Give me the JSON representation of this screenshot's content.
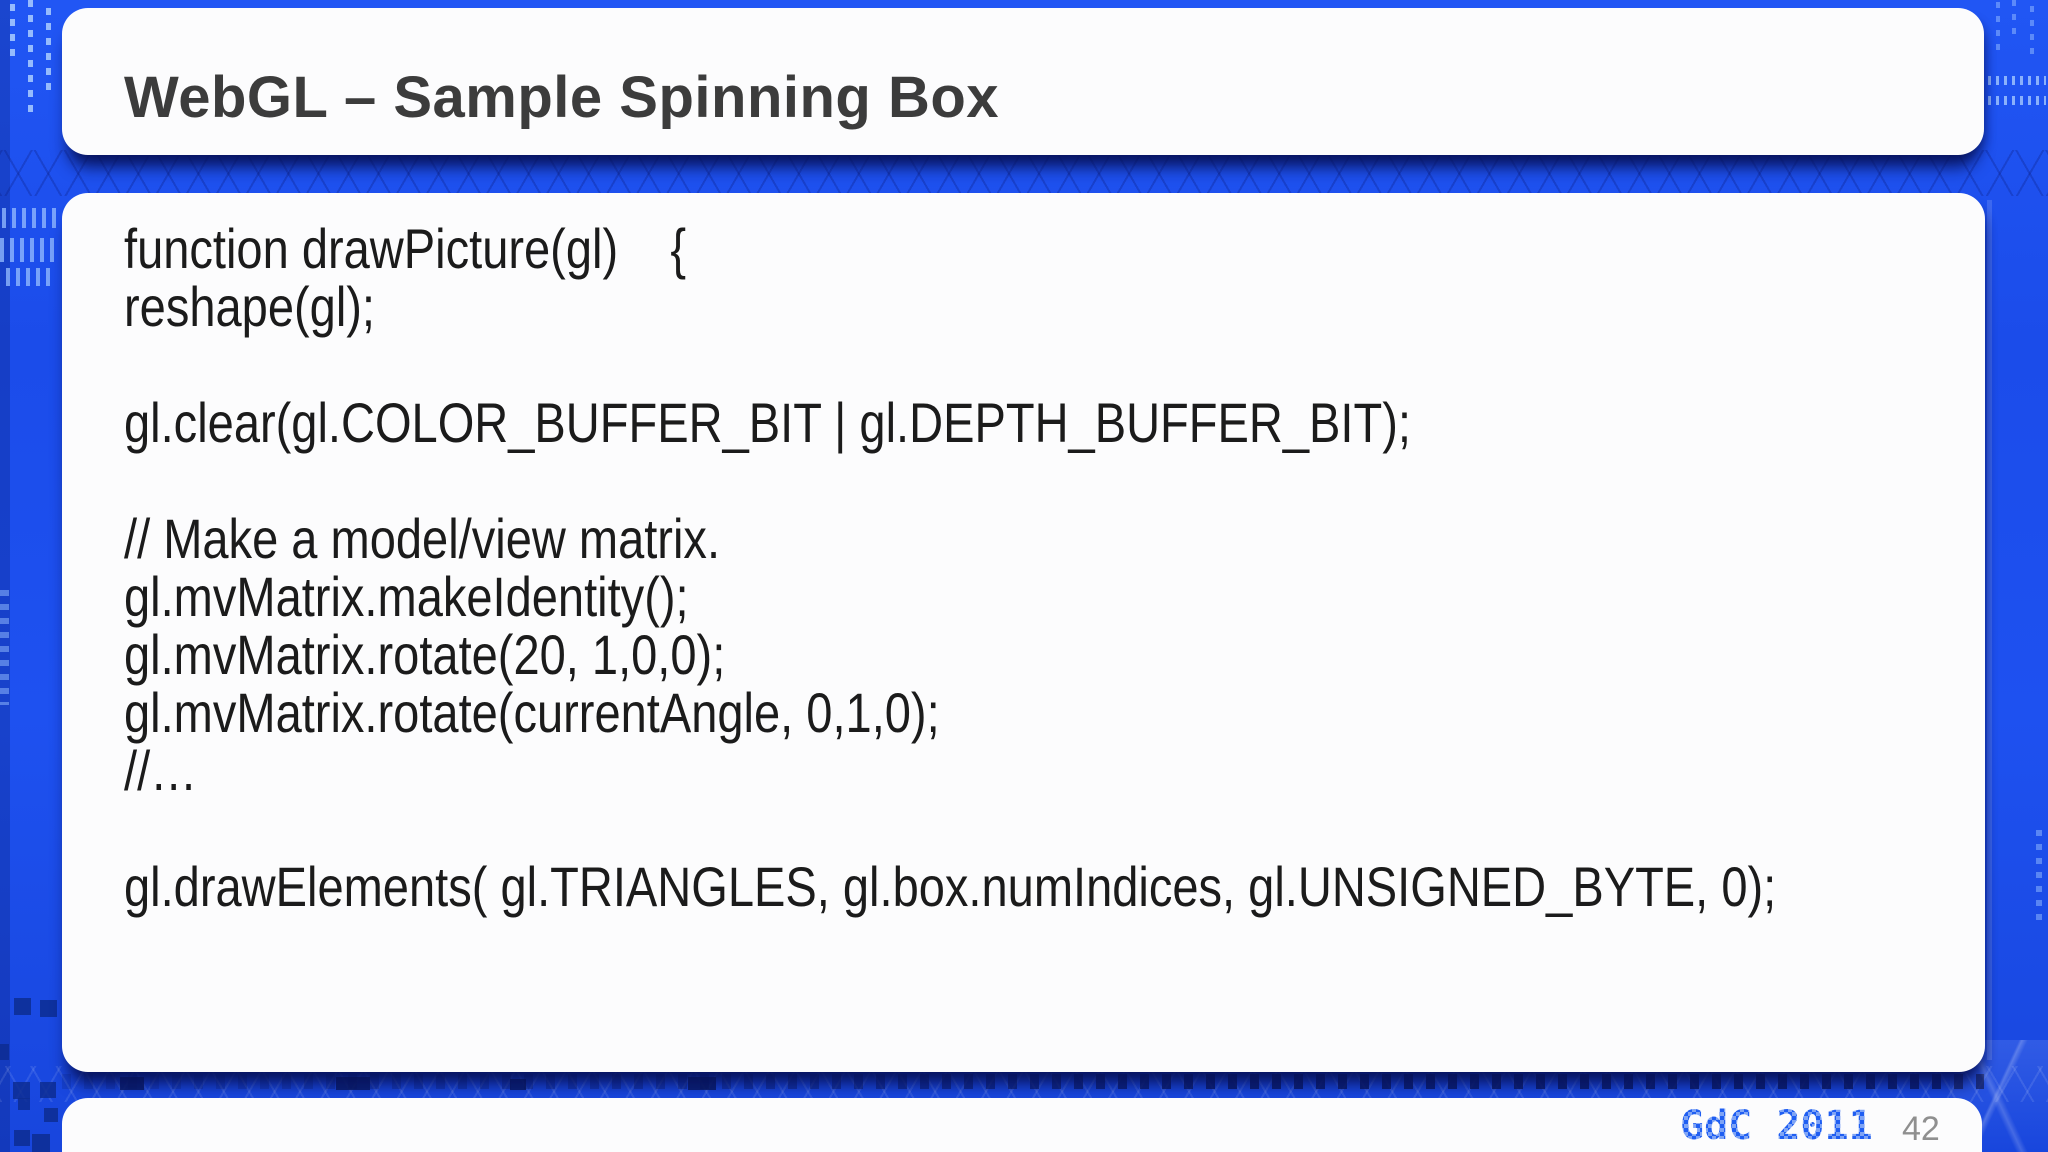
{
  "slide": {
    "title": "WebGL – Sample Spinning Box",
    "code_lines": [
      "function drawPicture(gl)    {",
      "reshape(gl);",
      "",
      "gl.clear(gl.COLOR_BUFFER_BIT | gl.DEPTH_BUFFER_BIT);",
      "",
      "// Make a model/view matrix.",
      "gl.mvMatrix.makeIdentity();",
      "gl.mvMatrix.rotate(20, 1,0,0);",
      "gl.mvMatrix.rotate(currentAngle, 0,1,0);",
      "//…",
      "",
      "gl.drawElements( gl.TRIANGLES, gl.box.numIndices, gl.UNSIGNED_BYTE, 0);"
    ],
    "footer": {
      "logo_text": "GdC 2011",
      "page_number": "42"
    }
  },
  "colors": {
    "background_blue": "#1e51f0",
    "card_white": "#fcfcfd",
    "title_text": "#3c3c3c",
    "code_text": "#1b1b1b",
    "logo_blue": "#1f5ef2",
    "page_number_gray": "#8f8f8f",
    "shadow_navy": "#071858"
  }
}
